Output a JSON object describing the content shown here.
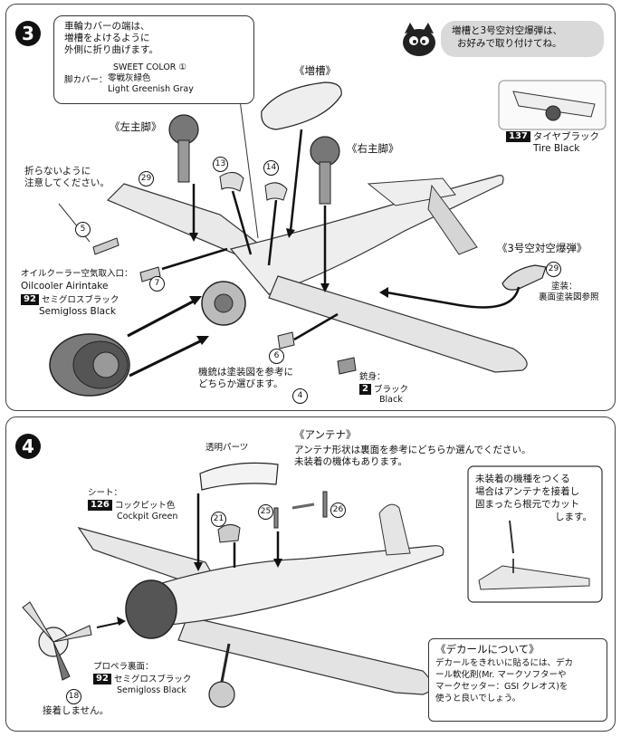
{
  "step3": {
    "number": "3",
    "cover_note": [
      "車輪カバーの端は、",
      "増槽をよけるように",
      "外側に折り曲げます。"
    ],
    "leg_cover_label": "脚カバー：",
    "leg_cover_paint": [
      "SWEET COLOR ①",
      "零戦灰緑色",
      "Light Greenish Gray"
    ],
    "tip_text": [
      "増槽と3号空対空爆弾は、",
      "お好みで取り付けてね。"
    ],
    "drop_tank_title": "《増槽》",
    "left_gear_title": "《左主脚》",
    "right_gear_title": "《右主脚》",
    "bomb_title": "《3号空対空爆弾》",
    "tire_paint_code": "137",
    "tire_paint_jp": "タイヤブラック",
    "tire_paint_en": "Tire Black",
    "careful_note": [
      "折らないように",
      "注意してください。"
    ],
    "oilcooler_jp": "オイルクーラー空気取入口：",
    "oilcooler_en": "Oilcooler Airintake",
    "oilcooler_paint_code": "92",
    "oilcooler_paint_jp": "セミグロスブラック",
    "oilcooler_paint_en": "Semigloss Black",
    "bomb_paint_label": "塗装：",
    "bomb_paint_text": "裏面塗装図参照",
    "gun_note": [
      "機銃は塗装図を参考に",
      "どちらか選びます。"
    ],
    "gun_barrel_label": "銃身：",
    "gun_paint_code": "2",
    "gun_paint_jp": "ブラック",
    "gun_paint_en": "Black",
    "parts": [
      "29",
      "13",
      "14",
      "5",
      "7",
      "29",
      "6",
      "4"
    ]
  },
  "step4": {
    "number": "4",
    "clear_parts_label": "透明パーツ",
    "antenna_title": "《アンテナ》",
    "antenna_text": [
      "アンテナ形状は裏面を参考にどちらか選んでください。",
      "未装着の機体もあります。"
    ],
    "seat_label": "シート：",
    "seat_paint_code": "126",
    "seat_paint_jp": "コックピット色",
    "seat_paint_en": "Cockpit Green",
    "no_antenna_note": [
      "未装着の機種をつくる",
      "場合はアンテナを接着し",
      "固まったら根元でカット",
      "します。"
    ],
    "prop_back_label": "プロペラ裏面：",
    "prop_paint_code": "92",
    "prop_paint_jp": "セミグロスブラック",
    "prop_paint_en": "Semigloss Black",
    "no_glue": "接着しません。",
    "decal_title": "《デカールについて》",
    "decal_text": [
      "デカールをきれいに貼るには、デカ",
      "ール軟化剤(Mr. マークソフターや",
      "マークセッター：GSI クレオス)を",
      "使うと良いでしょう。"
    ],
    "parts": [
      "21",
      "25",
      "26",
      "18"
    ]
  }
}
